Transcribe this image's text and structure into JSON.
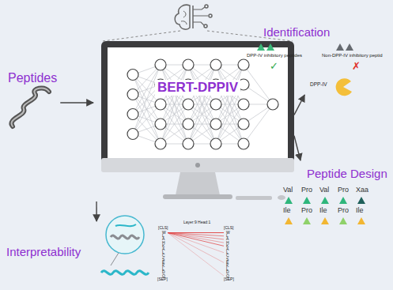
{
  "diagram": {
    "nodes": [
      {
        "text": [
          "Peptides"
        ]
      },
      {
        "text": [
          "BERT-DPPIV"
        ]
      },
      {
        "text": [
          "Identification"
        ]
      },
      {
        "text": [
          "Peptide Design"
        ]
      },
      {
        "text": [
          "Interpretability"
        ]
      }
    ],
    "edges": [
      {
        "from": 0,
        "to": 1,
        "arrow": "to"
      },
      {
        "from": 1,
        "to": 2,
        "arrow": "to"
      },
      {
        "from": 1,
        "to": 3,
        "arrow": "to"
      },
      {
        "from": 1,
        "to": 4,
        "arrow": "to"
      }
    ],
    "labels": [
      "DPP-IV inhibitory peptides",
      "Non-DPP-IV inhibitory peptid",
      "✓",
      "✗",
      "DPP-IV",
      "Val",
      "Pro",
      "Val",
      "Pro",
      "Xaa",
      "Ile",
      "Pro",
      "Ile",
      "Pro",
      "Ile",
      "Layer:9 Head:1",
      "[CLS]",
      "W",
      "L",
      "A",
      "H",
      "K",
      "A",
      "L",
      "C",
      "S",
      "E",
      "K",
      "L",
      "D",
      "Q",
      "[SEP]",
      "[CLS]",
      "W",
      "L",
      "A",
      "H",
      "K",
      "A",
      "L",
      "C",
      "S",
      "E",
      "K",
      "L",
      "D",
      "Q",
      "[SEP]"
    ]
  }
}
